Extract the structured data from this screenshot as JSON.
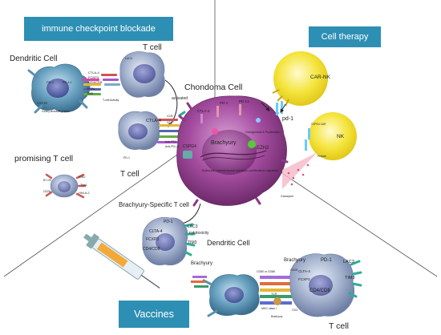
{
  "banners": {
    "checkpoint": "immune checkpoint blockade",
    "cell_therapy": "Cell therapy",
    "vaccines": "Vaccines"
  },
  "checkpoint_panel": {
    "dendritic_cell": "Dendritic Cell",
    "t_cell_top": "T cell",
    "t_cell_bottom": "T cell",
    "promising_t_cell": "promising  T cell",
    "activated": "activated",
    "ctla4": "CTLA-4",
    "csf1r": "CSF1R",
    "pd1": "PD-1",
    "pdl1": "PD-L1",
    "cd4cd8": "CD4/CD8",
    "foxp3": "FOXP3",
    "lac3": "LAC3",
    "tim3": "TIM3",
    "sirpa": "SIRPA",
    "t_cell_activity": "T-cell Activity",
    "csf_factor": "Colony stimulating factor",
    "ccr": "CCR",
    "cd47": "CD47",
    "b7h3": "B7-H3",
    "hhla2": "HHLA-2",
    "kir2": "KIR2",
    "tim4": "Tim4",
    "cd28": "CD28",
    "ctla4_small": "CTLA-4",
    "pd1_small": "PD-1",
    "anti_pd1": "Anti-PD1",
    "anti_pdl1": "Anti-PD-L1"
  },
  "center": {
    "chondoma_cell": "Chondoma Cell",
    "brachyury": "Brachyury",
    "emt_text": "Epithelial–mesenchymal transition proliferation migration",
    "ezh2": "EZH2",
    "oncogenic": "Oncogenesis & Proliferation",
    "cspg4": "CSPG4",
    "pd1": "PD-1",
    "pdl1": "PD-L1",
    "ctla4": "CTLA-4"
  },
  "cell_therapy": {
    "car_nk": "CAR-NK",
    "nk": "NK",
    "pd1": "pd-1",
    "granzyme": "Granzyme",
    "cspg4_car": "CSPG4 CAR",
    "perforin": "Perforin"
  },
  "vaccine_panel": {
    "brachyury_t_cell": "Brachyury-Specific T cell",
    "cytotoxicity": "cytotoxicity",
    "pd1": "PD-1",
    "ctla4": "CLTA-4",
    "foxp3": "FCXP3",
    "tim3": "TIM3",
    "lac3": "LAC3",
    "cd4cd8": "CD4/CD8",
    "dendritic_cell": "Dendritic Cell",
    "brachyury_left": "Brachyury",
    "brachyury_right": "Brachyury",
    "t_cell": "T cell",
    "pd1_r": "PD-1",
    "ctla4_r": "CLTA-4",
    "foxp3_r": "FCXP3",
    "lac3_r": "LAC3",
    "tim3_r": "TIM3",
    "cd4cd8_r": "CD4/CD8",
    "cd80": "CD80 or CD86",
    "cd28": "CD28",
    "tcr": "TCR",
    "mhc": "MHC class I",
    "cd3": "CD3",
    "brachyury_small": "Brachyury"
  },
  "colors": {
    "banner": "#2e8fb4",
    "chordoma": "#a64ea0",
    "nk": "#f2e33b",
    "t_cell": "#9aa9c6",
    "dendritic": "#6b9cb8"
  }
}
